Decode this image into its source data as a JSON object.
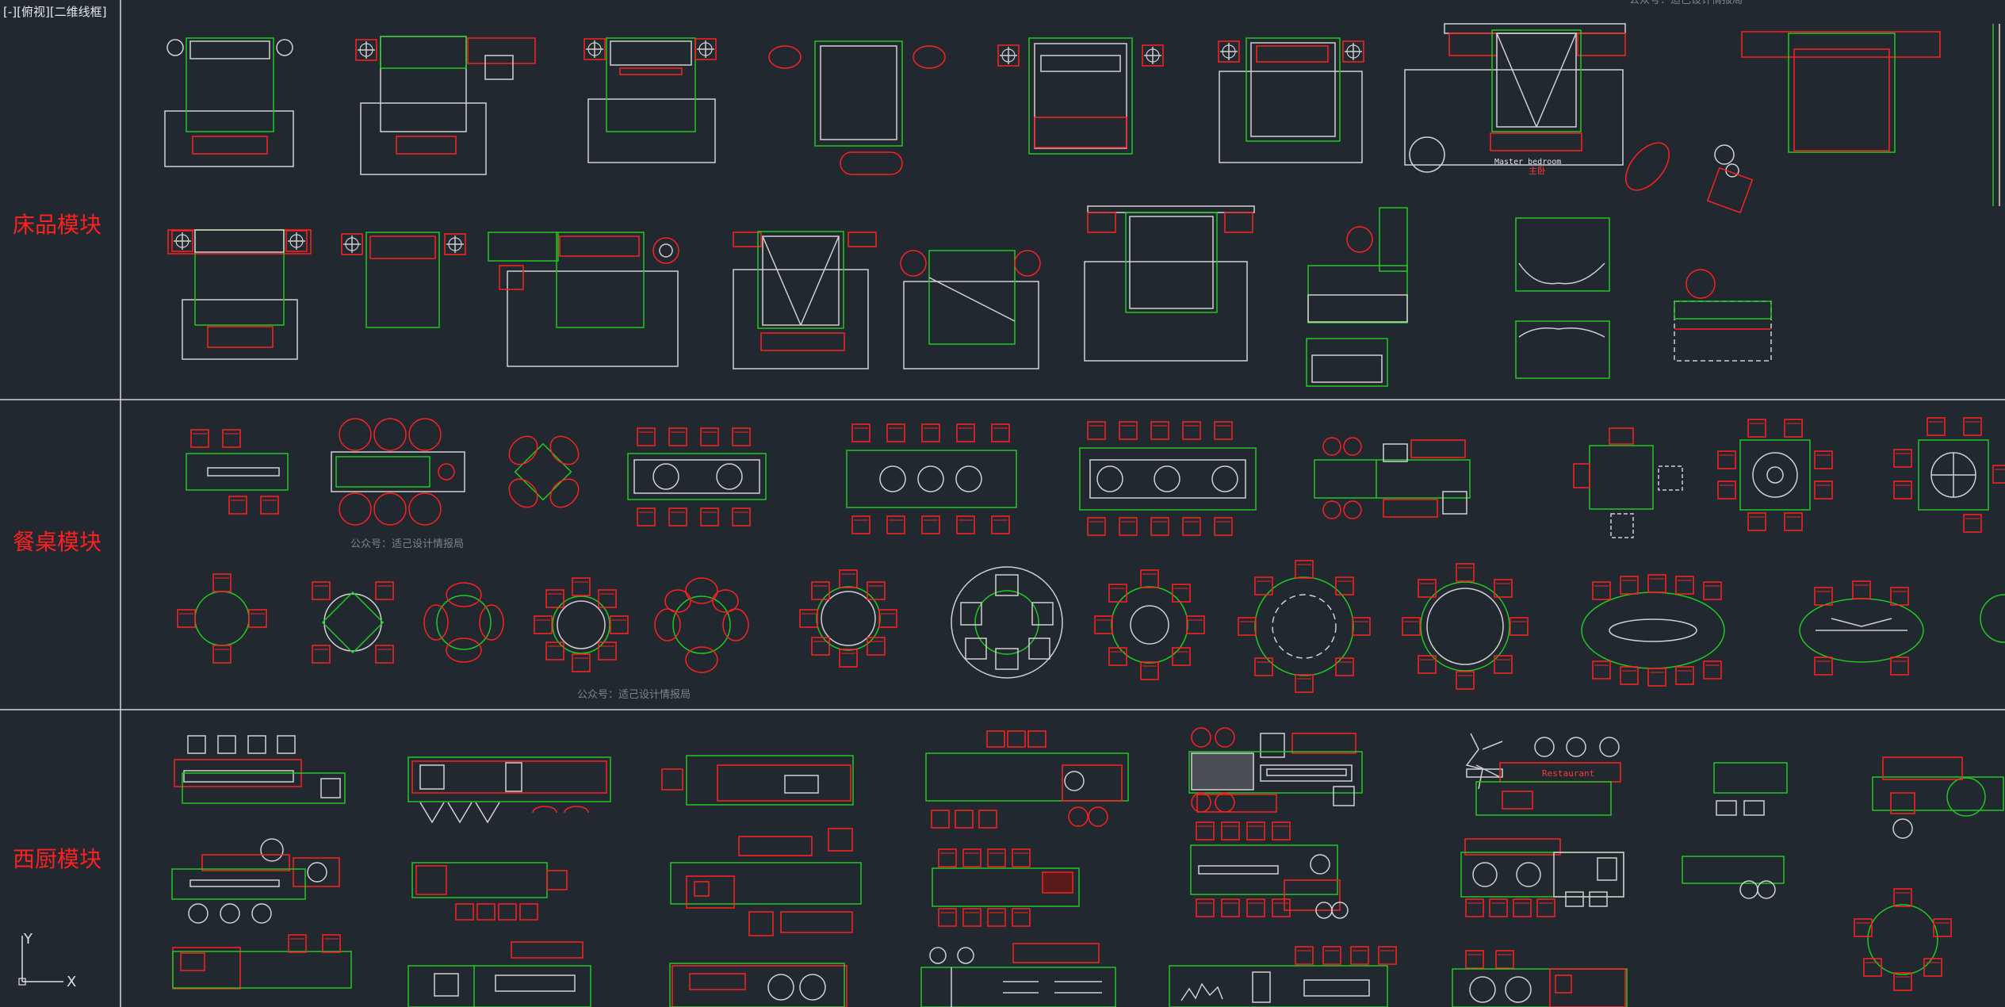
{
  "viewport": {
    "label": "[-][俯视][二维线框]"
  },
  "sections": [
    {
      "id": "bed",
      "label": "床品模块"
    },
    {
      "id": "dining",
      "label": "餐桌模块"
    },
    {
      "id": "kitchen",
      "label": "西厨模块"
    }
  ],
  "watermarks": {
    "top": "公众号：适己设计情报局",
    "dining_row1": "公众号：适己设计情报局",
    "dining_row2": "公众号：适己设计情报局"
  },
  "annotations": {
    "master_bedroom_en": "Master bedroom",
    "master_bedroom_cn": "主卧",
    "restaurant": "Restaurant"
  },
  "ucs": {
    "x_axis": "X",
    "y_axis": "Y"
  },
  "colors": {
    "background": "#212830",
    "red": "#ff2020",
    "green": "#21c821",
    "white": "#d0d0d0"
  }
}
